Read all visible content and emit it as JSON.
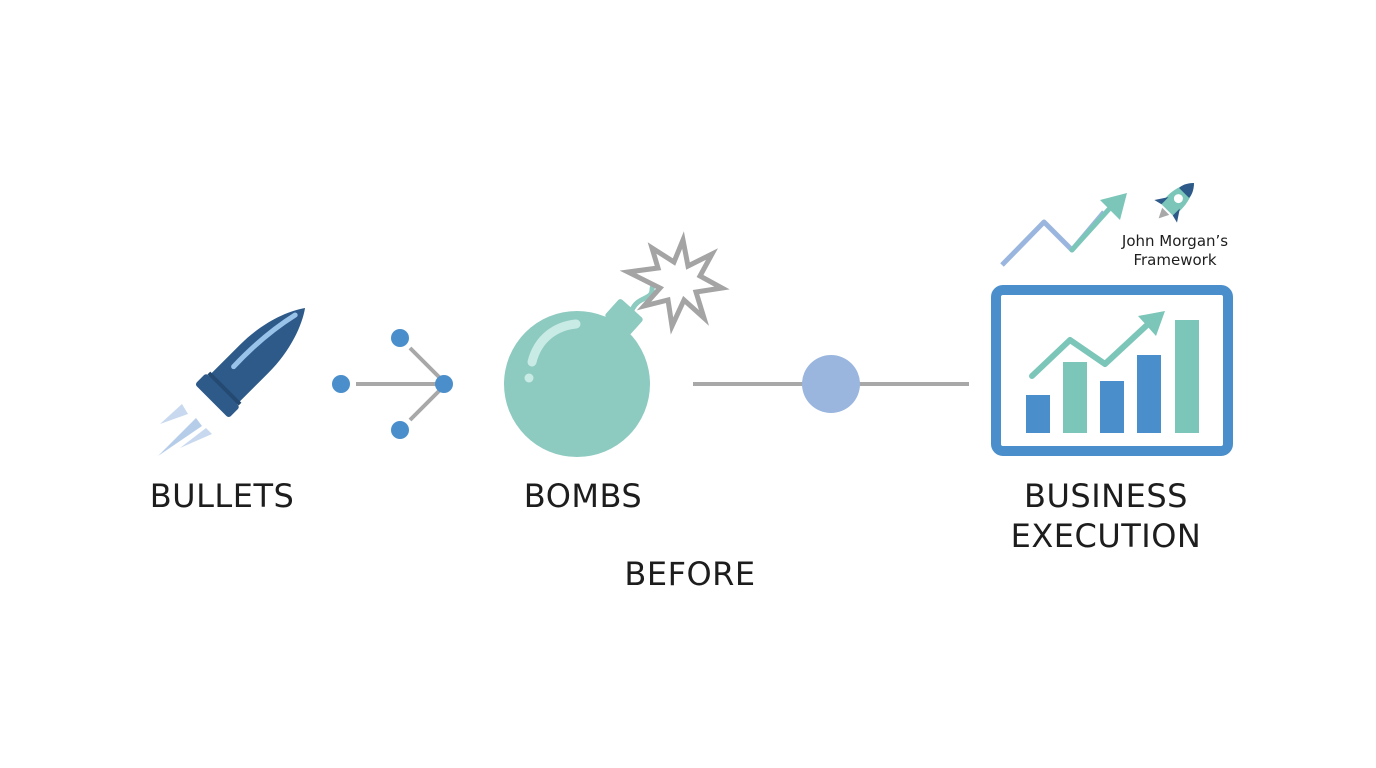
{
  "labels": {
    "bullets": "BULLETS",
    "bombs": "BOMBS",
    "business": "BUSINESS",
    "execution": "EXECUTION",
    "before": "BEFORE"
  },
  "framework": {
    "line1": "John Morgan’s",
    "line2": "Framework"
  },
  "icons": {
    "bullet": "bullet-icon",
    "split_arrow": "split-arrow-icon",
    "bomb": "bomb-icon",
    "connector": "connector-node-icon",
    "trend_arrow": "trend-arrow-icon",
    "rocket": "rocket-icon",
    "dashboard": "bar-chart-monitor-icon"
  },
  "colors": {
    "navy": "#2e5a8a",
    "teal": "#7cc6b9",
    "blue": "#4a8fcb",
    "light_blue": "#9ab6de",
    "gray": "#a8a8a8",
    "text": "#1d1d1d"
  }
}
